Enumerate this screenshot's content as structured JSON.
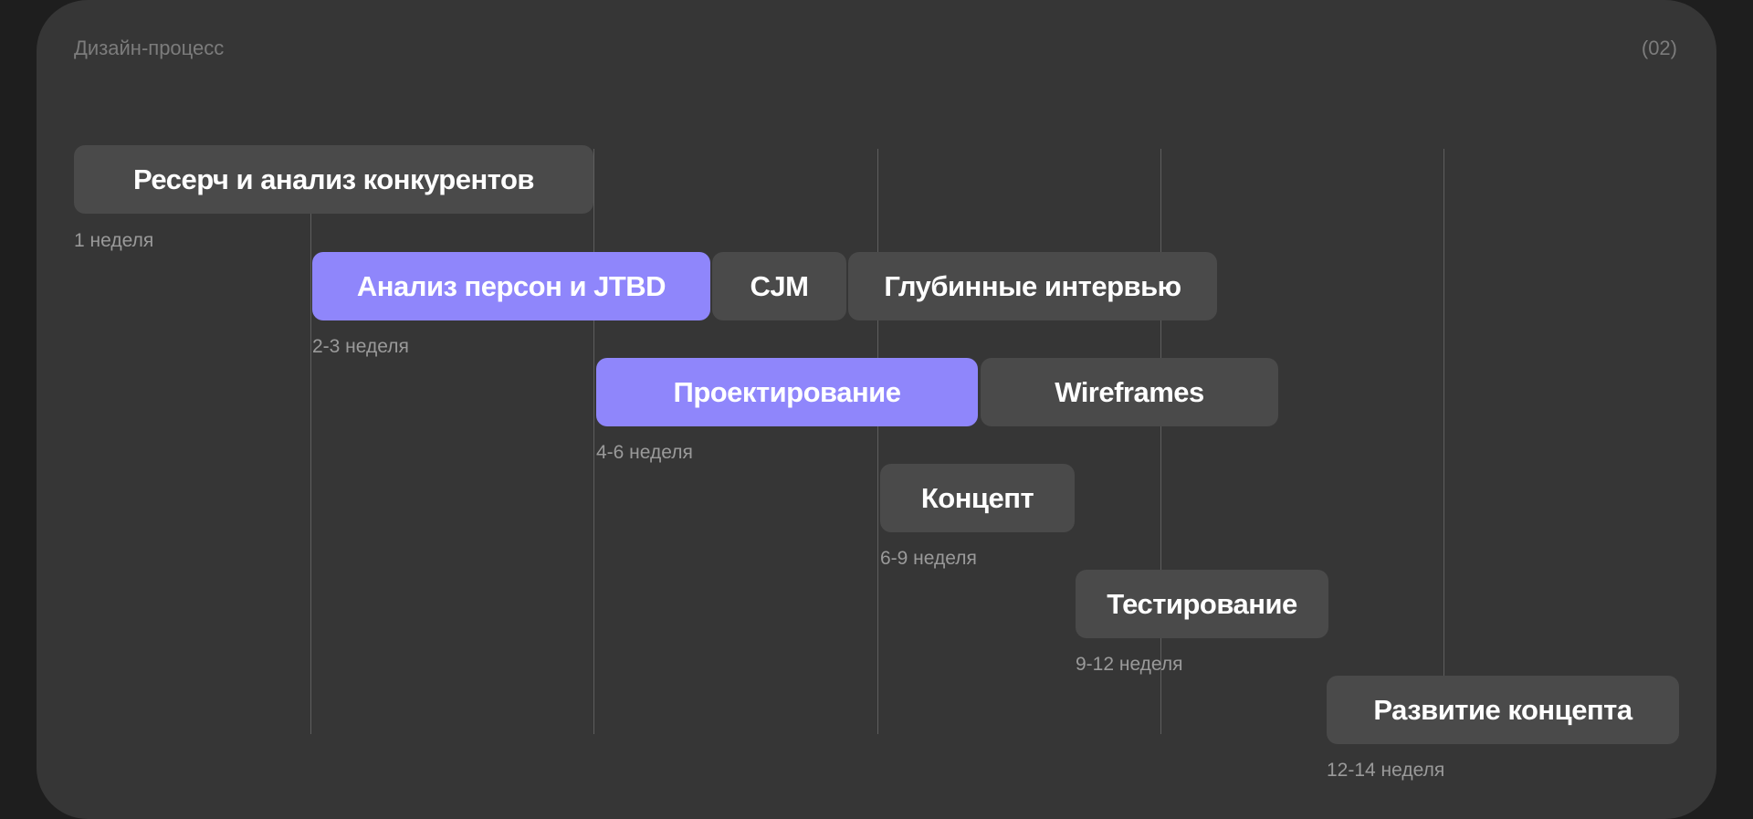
{
  "header": {
    "title": "Дизайн-процесс",
    "page_number": "(02)"
  },
  "colors": {
    "accent": "#8f86fb",
    "box": "#4a4a4a",
    "card": "#363636"
  },
  "stages": [
    {
      "label": "Ресерч и анализ конкурентов",
      "accent": false
    },
    {
      "label": "Анализ персон и JTBD",
      "accent": true
    },
    {
      "label": "CJM",
      "accent": false
    },
    {
      "label": "Глубинные интервью",
      "accent": false
    },
    {
      "label": "Проектирование",
      "accent": true
    },
    {
      "label": "Wireframes",
      "accent": false
    },
    {
      "label": "Концепт",
      "accent": false
    },
    {
      "label": "Тестирование",
      "accent": false
    },
    {
      "label": "Развитие концепта",
      "accent": false
    }
  ],
  "durations": [
    "1 неделя",
    "2-3 неделя",
    "4-6 неделя",
    "6-9 неделя",
    "9-12 неделя",
    "12-14 неделя"
  ]
}
